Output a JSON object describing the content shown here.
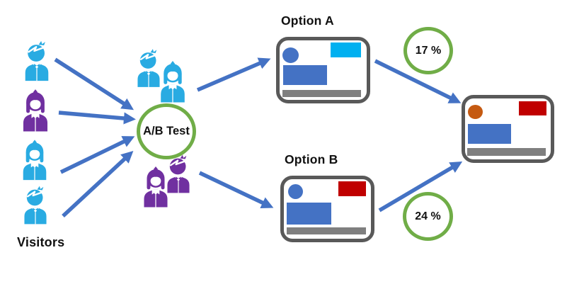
{
  "diagram": {
    "type": "ab-test-flow",
    "visitors": {
      "label": "Visitors",
      "icons": [
        {
          "name": "male-visitor-icon",
          "color": "cyan"
        },
        {
          "name": "female-visitor-icon",
          "color": "purple"
        },
        {
          "name": "female-visitor-icon",
          "color": "cyan"
        },
        {
          "name": "male-visitor-icon",
          "color": "cyan"
        }
      ]
    },
    "test_node": {
      "label": "A/B Test"
    },
    "groups": [
      {
        "name": "group-a-pair-icon",
        "color": "cyan"
      },
      {
        "name": "group-b-pair-icon",
        "color": "purple"
      }
    ],
    "variants": [
      {
        "label": "Option A",
        "conversion": "17 %"
      },
      {
        "label": "Option B",
        "conversion": "24 %"
      }
    ]
  },
  "colors": {
    "cyan": "#29ABE2",
    "purple": "#7030A0",
    "arrow_blue": "#4472C4",
    "shape_blue": "#4472C4",
    "bright_cyan": "#00B0F0",
    "green": "#70AD47",
    "red": "#C00000",
    "orange": "#C55A11",
    "card_border_gray": "#595959",
    "bar_gray": "#7F7F7F",
    "text": "#111111"
  }
}
